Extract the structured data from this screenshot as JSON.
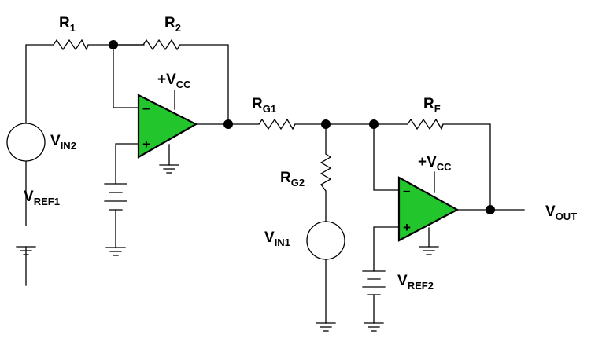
{
  "labels": {
    "r1": {
      "main": "R",
      "sub": "1"
    },
    "r2": {
      "main": "R",
      "sub": "2"
    },
    "rg1": {
      "main": "R",
      "sub": "G1"
    },
    "rg2": {
      "main": "R",
      "sub": "G2"
    },
    "rf": {
      "main": "R",
      "sub": "F"
    },
    "vin1": {
      "main": "V",
      "sub": "IN1"
    },
    "vin2": {
      "main": "V",
      "sub": "IN2"
    },
    "vref1": {
      "main": "V",
      "sub": "REF1"
    },
    "vref2": {
      "main": "V",
      "sub": "REF2"
    },
    "vcc1": {
      "main": "+V",
      "sub": "CC"
    },
    "vcc2": {
      "main": "+V",
      "sub": "CC"
    },
    "vout": {
      "main": "V",
      "sub": "OUT"
    }
  },
  "opamp1": {
    "minus": "–",
    "plus": "+"
  },
  "opamp2": {
    "minus": "–",
    "plus": "+"
  },
  "colors": {
    "opamp_fill": "#22c62c",
    "wire": "#000000"
  }
}
